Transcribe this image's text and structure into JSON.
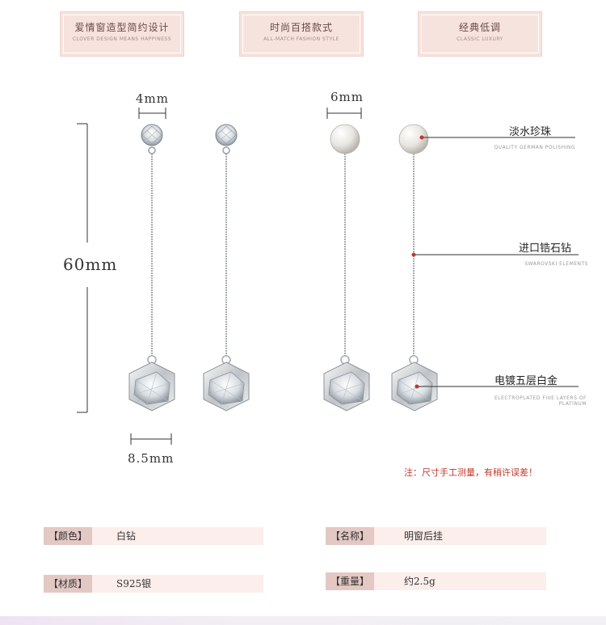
{
  "features": [
    {
      "zh": "爱情窗造型简约设计",
      "en": "CLOVER DESIGN MEANS HAPPINESS"
    },
    {
      "zh": "时尚百搭款式",
      "en": "ALL-MATCH FASHION STYLE"
    },
    {
      "zh": "经典低调",
      "en": "CLASSIC LUXURY"
    }
  ],
  "dimensions": {
    "stud_left": "4mm",
    "stud_right": "6mm",
    "length": "60mm",
    "cube": "8.5mm"
  },
  "callouts": [
    {
      "zh": "淡水珍珠",
      "en": "Quality German polishing"
    },
    {
      "zh": "进口锆石钻",
      "en": "SWAROVSKI ELEMENTS"
    },
    {
      "zh": "电镀五层白金",
      "en": "Electroplated five layers of platinum"
    }
  ],
  "note": "注：尺寸手工测量，有稍许误差！",
  "specs": [
    {
      "label": "【颜色】",
      "value": "白钻"
    },
    {
      "label": "【名称】",
      "value": "明窗后挂"
    },
    {
      "label": "【材质】",
      "value": "S925银"
    },
    {
      "label": "【重量】",
      "value": "约2.5g"
    }
  ],
  "colors": {
    "accent": "#c0392b",
    "label_bg": "#e3c8c4",
    "bar_bg": "#fbeeeb",
    "feature_bg": "#f6e3dd"
  }
}
